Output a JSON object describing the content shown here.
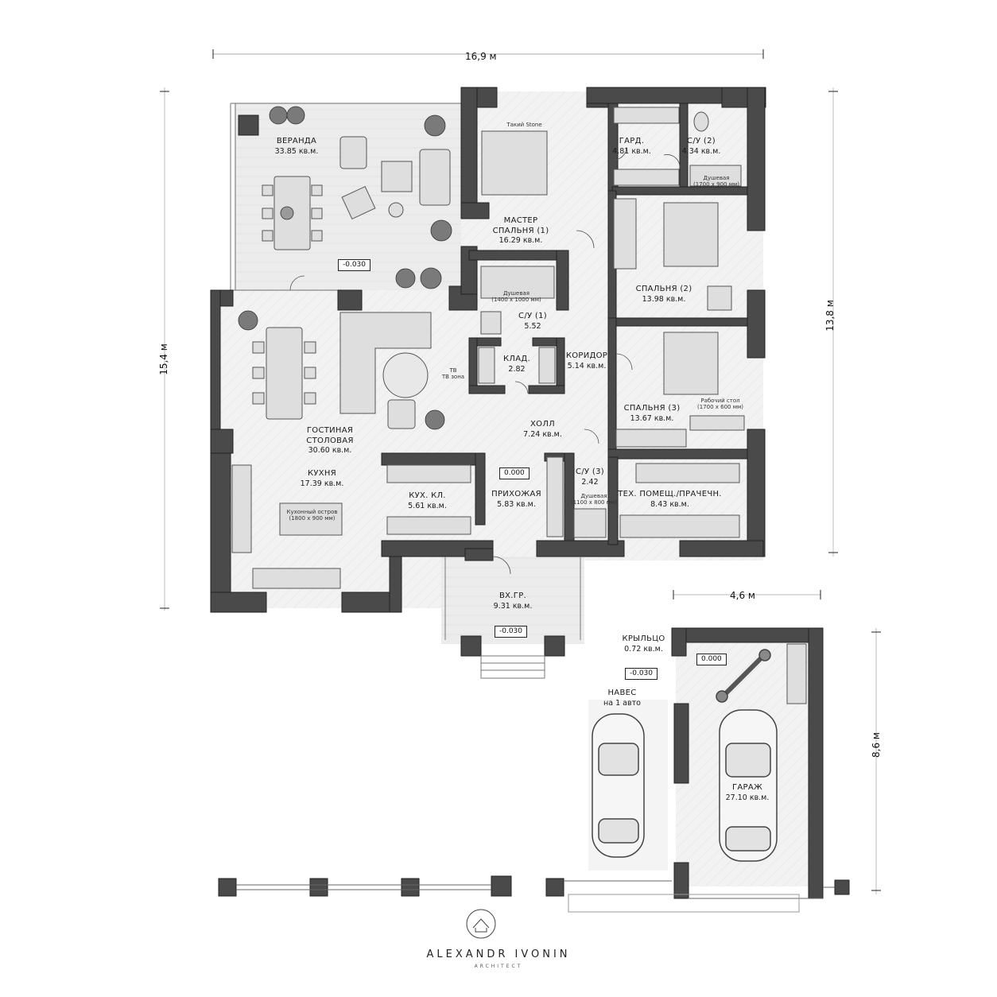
{
  "dimensions": {
    "top_width": "16,9 м",
    "left_height": "15,4 м",
    "right_height": "13,8 м",
    "garage_width": "4,6 м",
    "garage_height": "8,6 м"
  },
  "rooms": {
    "veranda": {
      "name": "ВЕРАНДА",
      "area": "33.85 кв.м."
    },
    "master_bedroom": {
      "name": "МАСТЕР",
      "name2": "СПАЛЬНЯ (1)",
      "area": "16.29 кв.м."
    },
    "wardrobe": {
      "name": "ГАРД.",
      "area": "4.81 кв.м."
    },
    "bath2": {
      "name": "С/У (2)",
      "area": "4.34 кв.м."
    },
    "bath1": {
      "name": "С/У (1)",
      "area": "5.52"
    },
    "bedroom2": {
      "name": "СПАЛЬНЯ (2)",
      "area": "13.98 кв.м."
    },
    "storage": {
      "name": "КЛАД.",
      "area": "2.82"
    },
    "corridor": {
      "name": "КОРИДОР",
      "area": "5.14 кв.м."
    },
    "bedroom3": {
      "name": "СПАЛЬНЯ (3)",
      "area": "13.67 кв.м."
    },
    "living": {
      "name": "ГОСТИНАЯ",
      "name2": "СТОЛОВАЯ",
      "area": "30.60 кв.м."
    },
    "hall": {
      "name": "ХОЛЛ",
      "area": "7.24 кв.м."
    },
    "kitchen": {
      "name": "КУХНЯ",
      "area": "17.39 кв.м."
    },
    "pantry": {
      "name": "КУХ. КЛ.",
      "area": "5.61 кв.м."
    },
    "entry_hall": {
      "name": "ПРИХОЖАЯ",
      "area": "5.83 кв.м."
    },
    "bath3": {
      "name": "С/У (3)",
      "area": "2.42"
    },
    "tech": {
      "name": "ТЕХ. ПОМЕЩ./ПРАЧЕЧН.",
      "area": "8.43 кв.м."
    },
    "entrance": {
      "name": "ВХ.ГР.",
      "area": "9.31 кв.м."
    },
    "porch": {
      "name": "КРЫЛЬЦО",
      "area": "0.72 кв.м."
    },
    "carport": {
      "name": "НАВЕС",
      "name2": "на 1 авто"
    },
    "garage": {
      "name": "ГАРАЖ",
      "area": "27.10 кв.м."
    }
  },
  "notes": {
    "bed_master": "Такий Stone",
    "shower1": "Душевая",
    "shower1_size": "(1400 x 1000 мм)",
    "shower2": "Душевая",
    "shower2_size": "(1700 x 900 мм)",
    "shower3": "Душевая",
    "shower3_size": "(1100 x 800 мм)",
    "desk": "Рабочий стол",
    "desk_size": "(1700 x 600 мм)",
    "island": "Кухонный остров",
    "island_size": "(1800 x 900 мм)",
    "tv": "ТВ",
    "tv_zone": "ТВ зона"
  },
  "levels": {
    "veranda": "-0.030",
    "entry_hall": "0.000",
    "entrance": "-0.030",
    "porch": "-0.030",
    "garage": "0.000"
  },
  "brand": {
    "name": "ALEXANDR IVONIN",
    "subtitle": "ARCHITECT"
  }
}
